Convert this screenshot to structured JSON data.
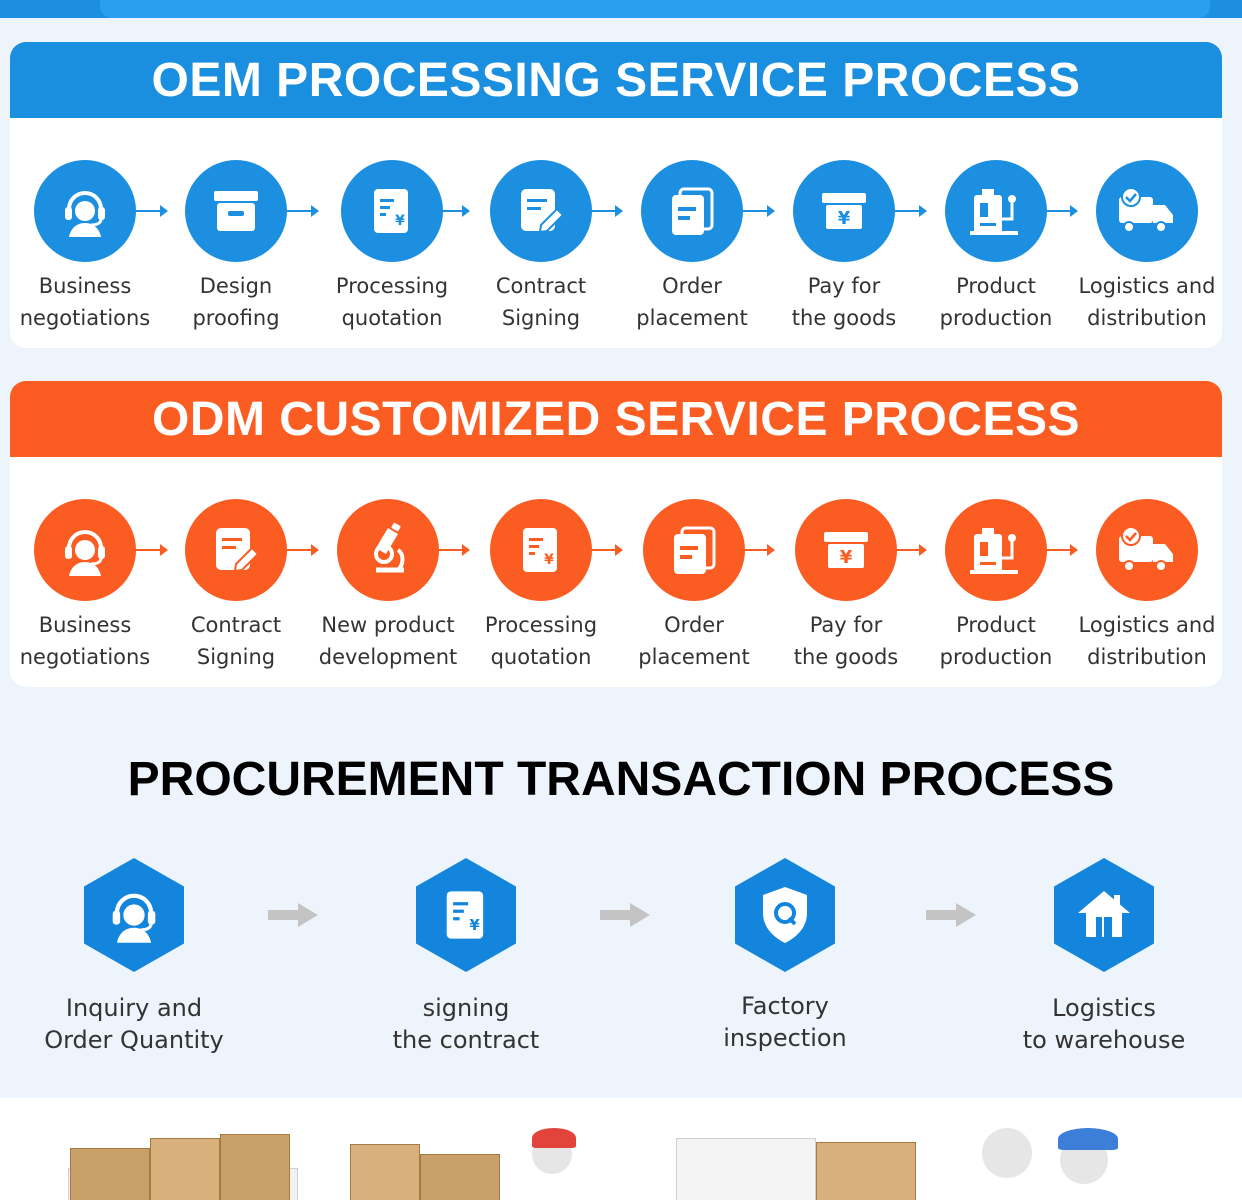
{
  "oem": {
    "title": "OEM PROCESSING SERVICE PROCESS",
    "color": "#1c8fe0",
    "steps": [
      {
        "label": "Business\nnegotiations",
        "icon": "headset-support-icon"
      },
      {
        "label": "Design\nproofing",
        "icon": "box-icon"
      },
      {
        "label": "Processing\nquotation",
        "icon": "quotation-document-icon"
      },
      {
        "label": "Contract\nSigning",
        "icon": "contract-pen-icon"
      },
      {
        "label": "Order\nplacement",
        "icon": "order-documents-icon"
      },
      {
        "label": "Pay for\nthe goods",
        "icon": "yen-payment-icon"
      },
      {
        "label": "Product\nproduction",
        "icon": "production-machine-icon"
      },
      {
        "label": "Logistics and\ndistribution",
        "icon": "delivery-truck-icon"
      }
    ]
  },
  "odm": {
    "title": "ODM CUSTOMIZED SERVICE PROCESS",
    "color": "#fb5c22",
    "steps": [
      {
        "label": "Business\nnegotiations",
        "icon": "headset-support-icon"
      },
      {
        "label": "Contract\nSigning",
        "icon": "contract-pen-icon"
      },
      {
        "label": "New product\ndevelopment",
        "icon": "microscope-icon"
      },
      {
        "label": "Processing\nquotation",
        "icon": "quotation-document-icon"
      },
      {
        "label": "Order\nplacement",
        "icon": "order-documents-icon"
      },
      {
        "label": "Pay for\nthe goods",
        "icon": "yen-payment-icon"
      },
      {
        "label": "Product\nproduction",
        "icon": "production-machine-icon"
      },
      {
        "label": "Logistics and\ndistribution",
        "icon": "delivery-truck-icon"
      }
    ]
  },
  "procurement": {
    "title": "PROCUREMENT TRANSACTION PROCESS",
    "color": "#1485dc",
    "steps": [
      {
        "label": "Inquiry and\nOrder Quantity",
        "icon": "headset-support-icon"
      },
      {
        "label": "signing\nthe contract",
        "icon": "quotation-document-icon"
      },
      {
        "label": "Factory\ninspection",
        "icon": "shield-inspection-icon"
      },
      {
        "label": "Logistics\nto warehouse",
        "icon": "warehouse-house-icon"
      }
    ]
  }
}
